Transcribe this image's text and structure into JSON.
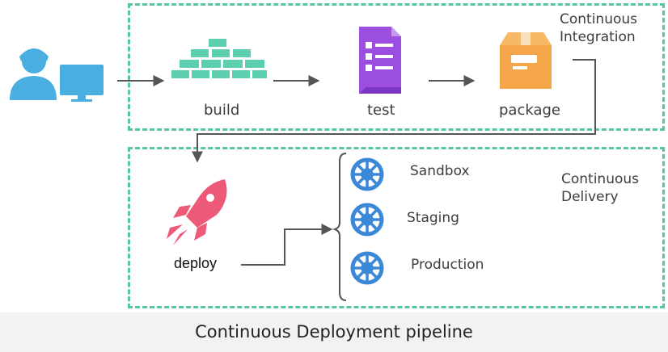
{
  "ci_box": {
    "title_line1": "Continuous",
    "title_line2": "Integration"
  },
  "cd_box": {
    "title_line1": "Continuous",
    "title_line2": "Delivery"
  },
  "steps": {
    "build": "build",
    "test": "test",
    "package": "package",
    "deploy": "deploy"
  },
  "environments": [
    "Sandbox",
    "Staging",
    "Production"
  ],
  "caption": "Continuous Deployment pipeline",
  "icons": {
    "developer": "developer-computer-icon",
    "build": "bricks-icon",
    "test": "test-document-icon",
    "package": "package-box-icon",
    "deploy": "rocket-icon",
    "environment": "kubernetes-helm-icon"
  },
  "colors": {
    "dashed_border": "#56c4a6",
    "developer": "#4aafe0",
    "build": "#5ccfb0",
    "test": "#9b4ee0",
    "package": "#f5a64a",
    "deploy": "#ec5a78",
    "kubernetes": "#3a88d8"
  }
}
